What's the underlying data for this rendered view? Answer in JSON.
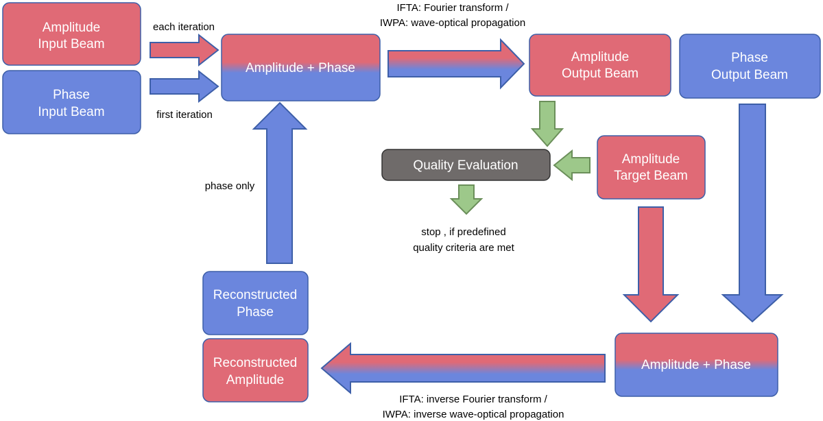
{
  "colors": {
    "red": "#e06a76",
    "blue": "#6b86dd",
    "green": "#9dc88a",
    "gray": "#6f6b6a",
    "arrow_border": "#3d5fa8",
    "green_border": "#6b8f5a",
    "text_light": "#ffffff",
    "text_dark": "#000000"
  },
  "boxes": {
    "amplitude_input": {
      "line1": "Amplitude",
      "line2": "Input Beam"
    },
    "phase_input": {
      "line1": "Phase",
      "line2": "Input Beam"
    },
    "combined_top": {
      "label": "Amplitude + Phase"
    },
    "amplitude_output": {
      "line1": "Amplitude",
      "line2": "Output Beam"
    },
    "phase_output": {
      "line1": "Phase",
      "line2": "Output Beam"
    },
    "quality_evaluation": {
      "label": "Quality Evaluation"
    },
    "amplitude_target": {
      "line1": "Amplitude",
      "line2": "Target Beam"
    },
    "reconstructed_phase": {
      "line1": "Reconstructed",
      "line2": "Phase"
    },
    "reconstructed_amplitude": {
      "line1": "Reconstructed",
      "line2": "Amplitude"
    },
    "combined_bottom": {
      "label": "Amplitude + Phase"
    }
  },
  "labels": {
    "each_iteration": "each iteration",
    "first_iteration": "first iteration",
    "forward_line1": "IFTA: Fourier transform /",
    "forward_line2": "IWPA: wave-optical propagation",
    "phase_only": "phase only",
    "stop_line1": "stop , if predefined",
    "stop_line2": "quality criteria are met",
    "inverse_line1": "IFTA: inverse Fourier transform /",
    "inverse_line2": "IWPA: inverse wave-optical propagation"
  }
}
